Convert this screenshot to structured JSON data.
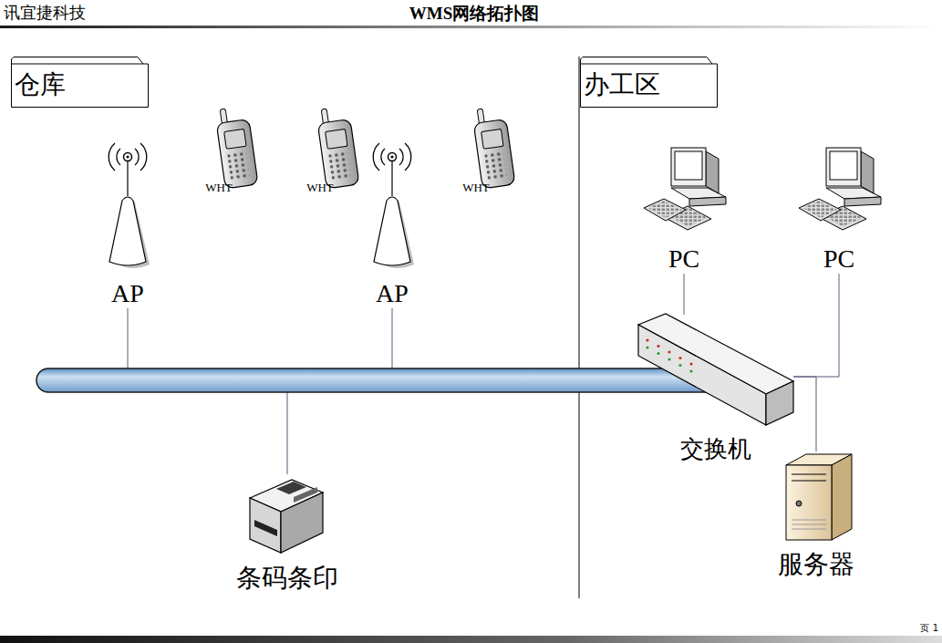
{
  "diagram": {
    "title": "WMS网络拓扑图",
    "nodes": [
      {
        "text": [
          "仓库"
        ]
      },
      {
        "text": [
          "办工区"
        ]
      },
      {
        "text": [
          "AP"
        ]
      },
      {
        "text": [
          "WHT"
        ]
      },
      {
        "text": [
          "WHT"
        ]
      },
      {
        "text": [
          "AP"
        ]
      },
      {
        "text": [
          "WHT"
        ]
      },
      {
        "text": [
          "PC"
        ]
      },
      {
        "text": [
          "PC"
        ]
      },
      {
        "text": [
          "交换机"
        ]
      },
      {
        "text": [
          "条码条印"
        ]
      },
      {
        "text": [
          "服务器"
        ]
      }
    ],
    "edges": [
      {
        "from": 2,
        "to": 9,
        "arrow": "none"
      },
      {
        "from": 5,
        "to": 9,
        "arrow": "none"
      },
      {
        "from": 10,
        "to": 9,
        "arrow": "none"
      },
      {
        "from": 7,
        "to": 9,
        "arrow": "none"
      },
      {
        "from": 8,
        "to": 9,
        "arrow": "none"
      },
      {
        "from": 11,
        "to": 9,
        "arrow": "none"
      }
    ],
    "labels": [
      "讯宜捷科技",
      "页 1"
    ]
  }
}
